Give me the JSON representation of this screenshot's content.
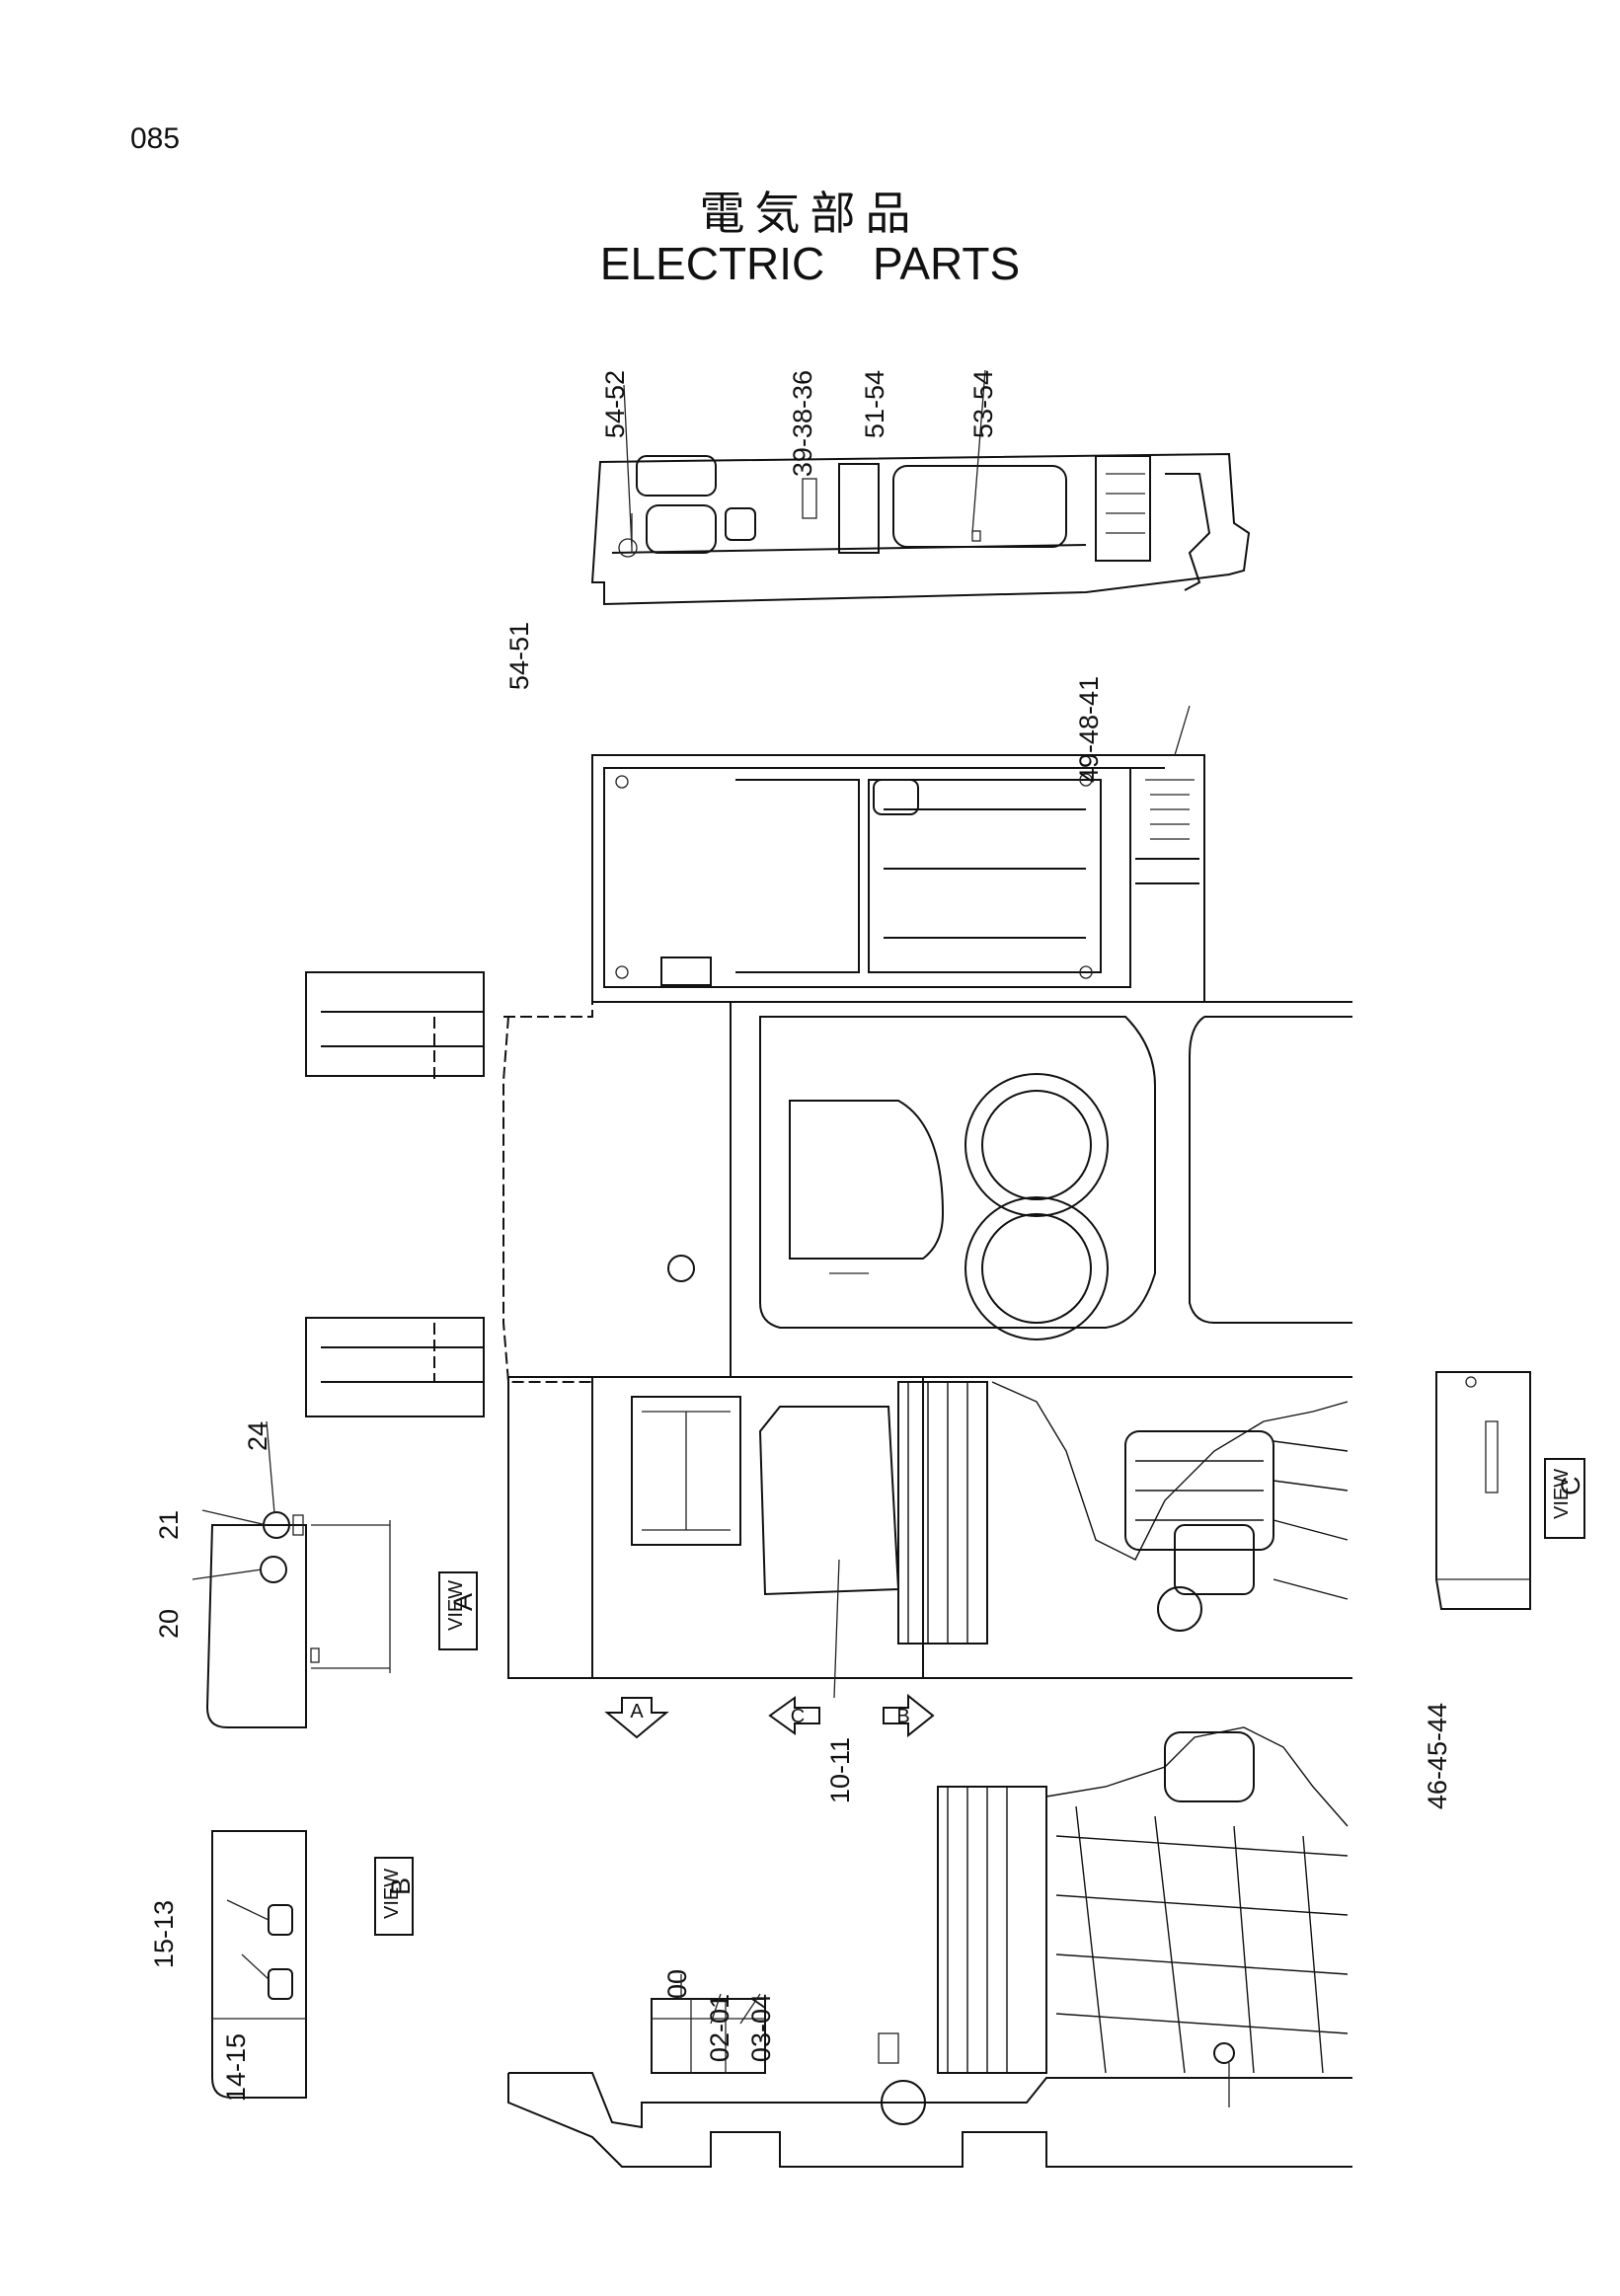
{
  "page_number": "085",
  "title_jp": "電気部品",
  "title_en": "ELECTRIC   PARTS",
  "view_tags": {
    "a": {
      "word": "VIEW",
      "letter": "A"
    },
    "b": {
      "word": "VIEW",
      "letter": "B"
    },
    "c": {
      "word": "VIEW",
      "letter": "C"
    }
  },
  "callouts": {
    "top_view": [
      "54-52",
      "39-38-36",
      "51-54",
      "53-54",
      "54-51"
    ],
    "upper_frame": [
      "49-48-41"
    ],
    "view_a": [
      "24",
      "21",
      "20"
    ],
    "main_plan": [
      "10-11"
    ],
    "view_c": [
      "46-45-44"
    ],
    "view_b": [
      "15-13",
      "14-15"
    ],
    "side_view": [
      "00",
      "02-01",
      "03-04"
    ]
  },
  "arrow_labels": [
    "A",
    "C",
    "B"
  ]
}
